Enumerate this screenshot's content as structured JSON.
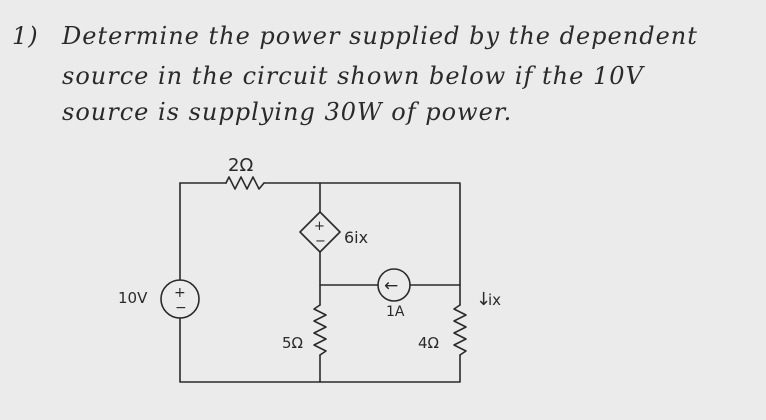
{
  "problem": {
    "number": "1)",
    "lines": [
      "Determine the power supplied by the dependent",
      "source in the circuit shown below if the 10V",
      "source is supplying 30W of power."
    ]
  },
  "circuit": {
    "r_top_label": "2Ω",
    "r_left_label": "5Ω",
    "r_right_label": "4Ω",
    "dep_source_label": "6ix",
    "current_source_label": "1A",
    "voltage_source_label": "10V",
    "ix_label": "ix",
    "plus_sign": "+",
    "minus_sign": "−",
    "arrow_left_glyph": "←",
    "arrow_down_glyph": "↓"
  }
}
